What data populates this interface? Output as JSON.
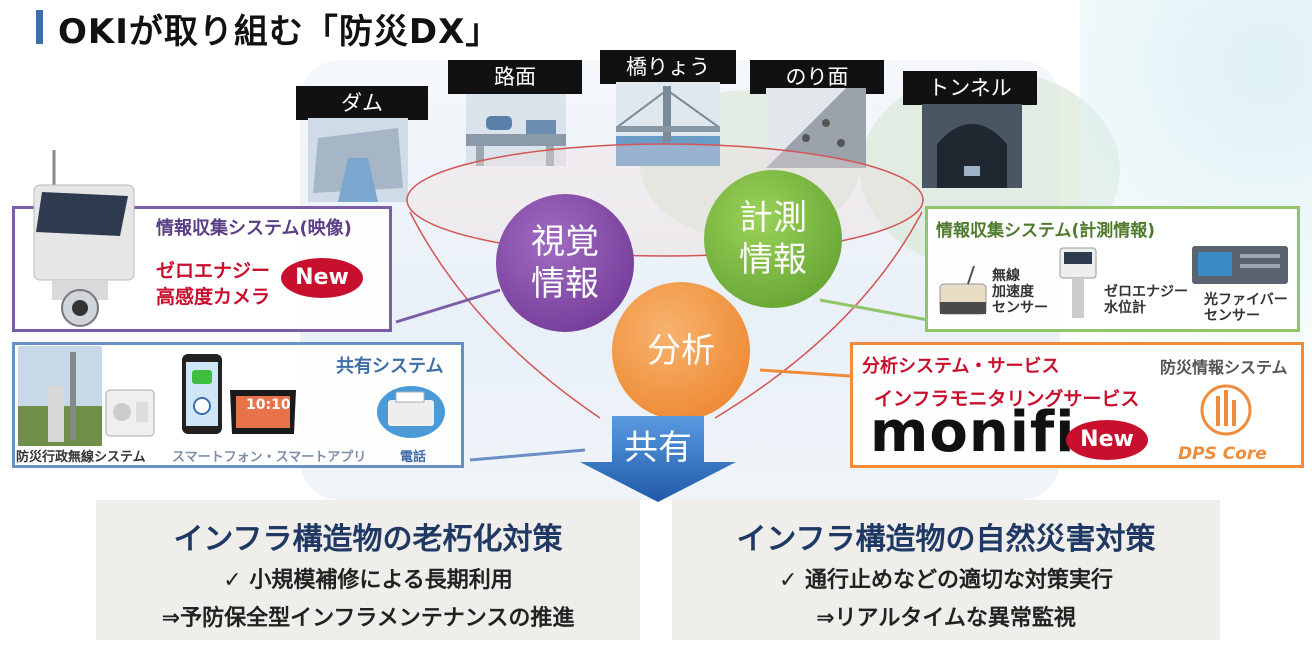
{
  "title": "OKIが取り組む「防災DX」",
  "structures": [
    {
      "label": "ダム"
    },
    {
      "label": "路面"
    },
    {
      "label": "橋りょう"
    },
    {
      "label": "のり面"
    },
    {
      "label": "トンネル"
    }
  ],
  "circles": {
    "visual": {
      "line1": "視覚",
      "line2": "情報",
      "color": "#7b3f9e"
    },
    "measure": {
      "line1": "計測",
      "line2": "情報",
      "color": "#6aa832"
    },
    "analysis": {
      "line1": "分析",
      "color": "#f08c30"
    }
  },
  "share_arrow": {
    "label": "共有",
    "color": "#2e6fc0"
  },
  "video_system": {
    "title": "情報収集システム(映像)",
    "product_line1": "ゼロエナジー",
    "product_line2": "高感度カメラ",
    "badge": "New",
    "border_color": "#7b5ea7"
  },
  "measure_system": {
    "title": "情報収集システム(計測情報)",
    "sensor1_line1": "無線",
    "sensor1_line2": "加速度",
    "sensor1_line3": "センサー",
    "sensor2_line1": "ゼロエナジー",
    "sensor2_line2": "水位計",
    "sensor3_line1": "光ファイバー",
    "sensor3_line2": "センサー",
    "border_color": "#92c46a"
  },
  "share_system": {
    "title": "共有システム",
    "item1": "防災行政無線システム",
    "item2": "スマートフォン・スマートアプリ",
    "item3": "電話",
    "clock": "10:10",
    "border_color": "#6a8fc2"
  },
  "analysis_system": {
    "title": "分析システム・サービス",
    "subtitle": "防災情報システム",
    "service": "インフラモニタリングサービス",
    "brand": "monifi",
    "badge": "New",
    "dps": "DPS Core",
    "border_color": "#ef8c3c"
  },
  "bottom_left": {
    "title": "インフラ構造物の老朽化対策",
    "line1": "✓ 小規模補修による長期利用",
    "line2": "⇒予防保全型インフラメンテナンスの推進"
  },
  "bottom_right": {
    "title": "インフラ構造物の自然災害対策",
    "line1": "✓ 通行止めなどの適切な対策実行",
    "line2": "⇒リアルタイムな異常監視"
  }
}
